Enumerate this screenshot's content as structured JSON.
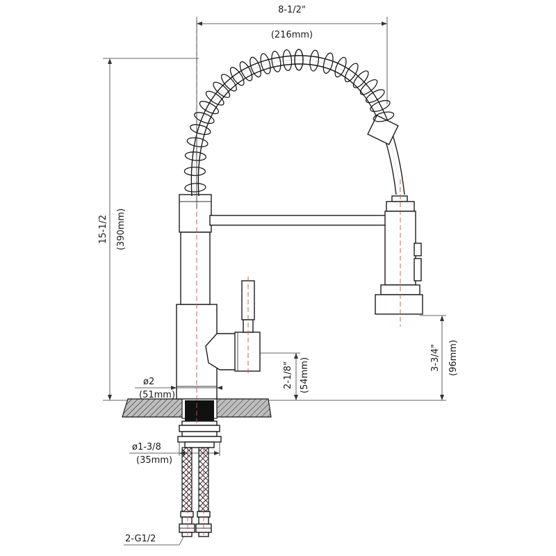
{
  "dimensions": {
    "width_in": "8-1/2\"",
    "width_mm": "(216mm)",
    "height_in": "15-1/2",
    "height_mm": "(390mm)",
    "spout_clearance_in": "3-3/4\"",
    "spout_clearance_mm": "(96mm)",
    "handle_height_in": "2-1/8\"",
    "handle_height_mm": "(54mm)",
    "base_dia_in": "ø2",
    "base_dia_mm": "(51mm)",
    "shank_dia_in": "ø1-3/8",
    "shank_dia_mm": "(35mm)",
    "supply_thread": "2-G1/2"
  },
  "colors": {
    "outline": "#1a1a1a",
    "centerline": "#d24a4a",
    "countertop_fill": "#bdbdbd"
  }
}
